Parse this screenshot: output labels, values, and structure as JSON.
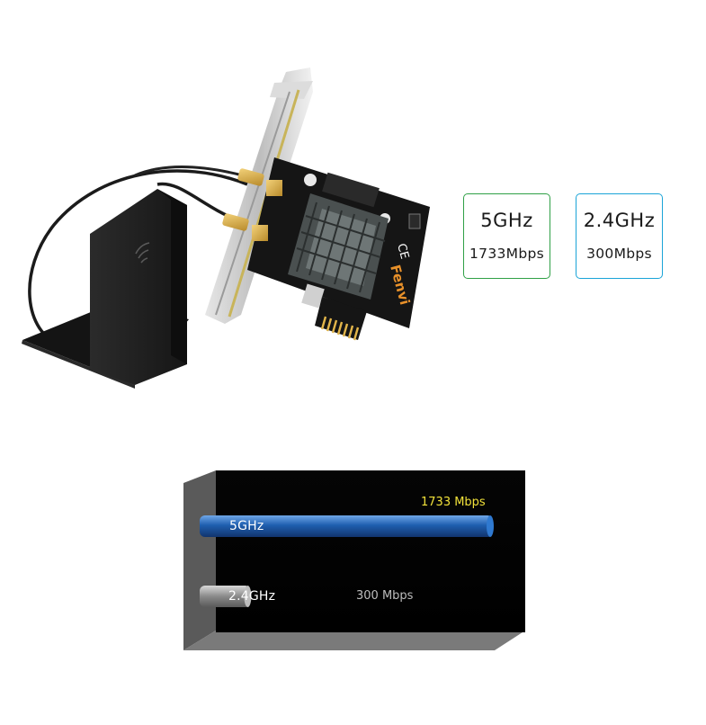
{
  "product": {
    "brand_logo": "Fenvi",
    "ce_mark": "CE"
  },
  "specs": [
    {
      "band": "5GHz",
      "rate": "1733Mbps",
      "border_color": "#2fa046"
    },
    {
      "band": "2.4GHz",
      "rate": "300Mbps",
      "border_color": "#1aa4d8"
    }
  ],
  "chart_data": {
    "type": "bar",
    "categories": [
      "5GHz",
      "2.4GHz"
    ],
    "values": [
      1733,
      300
    ],
    "value_labels": [
      "1733 Mbps",
      "300 Mbps"
    ],
    "units": "Mbps",
    "colors": {
      "5GHz": "#1f5fb0",
      "2.4GHz": "#8a8a8a",
      "value_5GHz": "#f2e23a",
      "value_2.4GHz": "#bdbdbd"
    }
  }
}
